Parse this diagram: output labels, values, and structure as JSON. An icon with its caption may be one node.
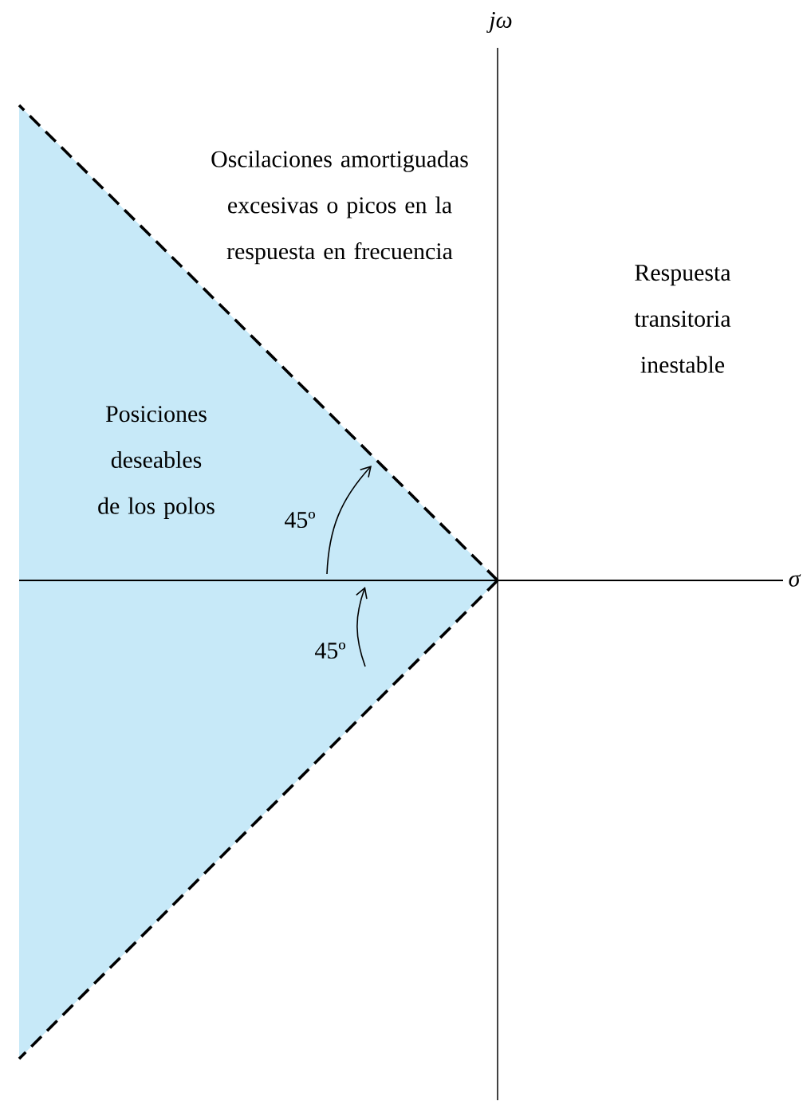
{
  "diagram": {
    "labels": [
      "jω",
      "Oscilaciones amortiguadas excesivas o picos en la respuesta en frecuencia",
      "Respuesta transitoria inestable",
      "Posiciones deseables de los polos",
      "45º",
      "σ",
      "45º"
    ]
  }
}
